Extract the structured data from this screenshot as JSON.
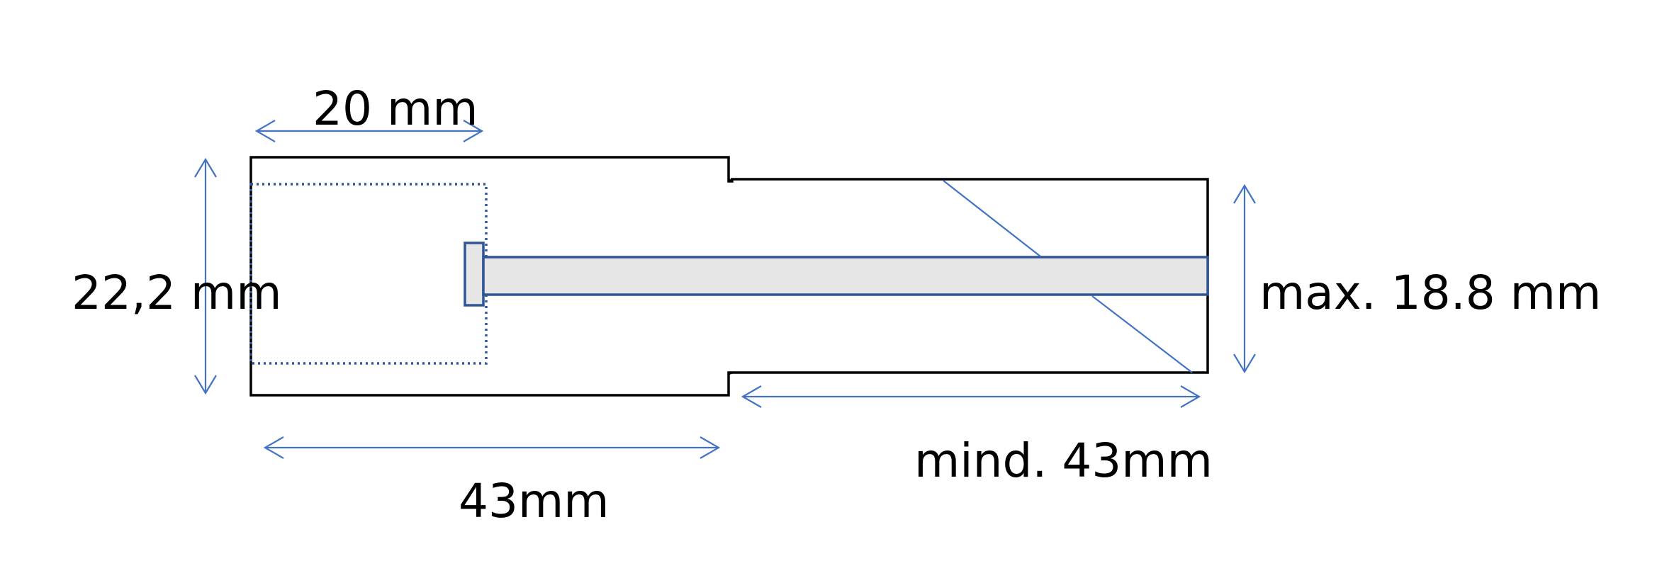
{
  "labels": {
    "top_width": "20 mm",
    "left_height": "22,2 mm",
    "right_height": "max. 18.8 mm",
    "bottom_left_length": "43mm",
    "bottom_right_length": "mind. 43mm"
  },
  "colors": {
    "outline": "#000000",
    "dimension": "#4472C4",
    "rod_fill": "#E6E6E6",
    "rod_stroke": "#2F5597",
    "inner_dotted": "#2F5597"
  }
}
